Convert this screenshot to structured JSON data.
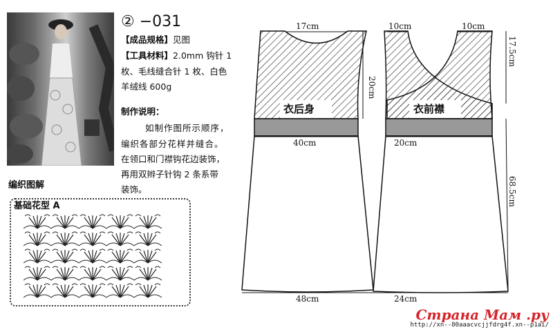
{
  "header": {
    "number": "② −031"
  },
  "specs": {
    "size_label": "【成品规格】",
    "size_value": "见图",
    "tools_label": "【工具材料】",
    "tools_line1": "2.0mm 钩针 1",
    "tools_line2": "枚、毛线缝合针 1 枚、白色",
    "tools_line3": "羊绒线 600g"
  },
  "instructions": {
    "title": "制作说明：",
    "lines": [
      "如制作图所示顺序，",
      "编织各部分花样并缝合。",
      "在领口和门襟钩花边装饰，",
      "再用双辫子针钩 2 条系带",
      "装饰。"
    ]
  },
  "diagram": {
    "title": "编织图解",
    "pattern_title": "基础花型 A"
  },
  "back_piece": {
    "label": "衣后身",
    "neck": "17cm",
    "yoke_height": "20cm",
    "waist": "40cm",
    "hem": "48cm"
  },
  "front_piece": {
    "label": "衣前襟",
    "shoulder_left": "10cm",
    "shoulder_right": "10cm",
    "strap_height": "17.5cm",
    "waist": "20cm",
    "skirt_length": "68.5cm",
    "hem": "24cm"
  },
  "watermark": {
    "logo": "Страна Мам .ру",
    "url": "http://xn--80aaacvcjjfdrg4f.xn--p1ai/"
  }
}
